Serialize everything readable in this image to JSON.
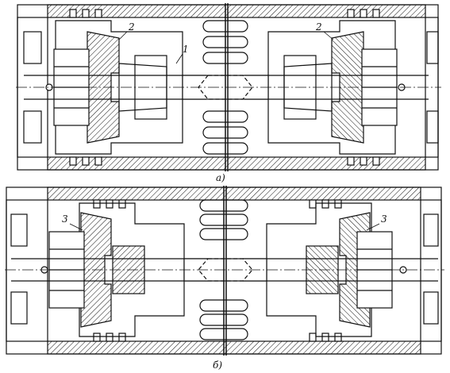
{
  "figure": {
    "top": {
      "caption": "а)",
      "labels": {
        "part_1": "1",
        "part_2_left": "2",
        "part_2_right": "2"
      }
    },
    "bottom": {
      "caption": "б)",
      "labels": {
        "part_3_left": "3",
        "part_3_right": "3"
      }
    }
  },
  "colors": {
    "line": "#111111",
    "background": "#ffffff"
  }
}
